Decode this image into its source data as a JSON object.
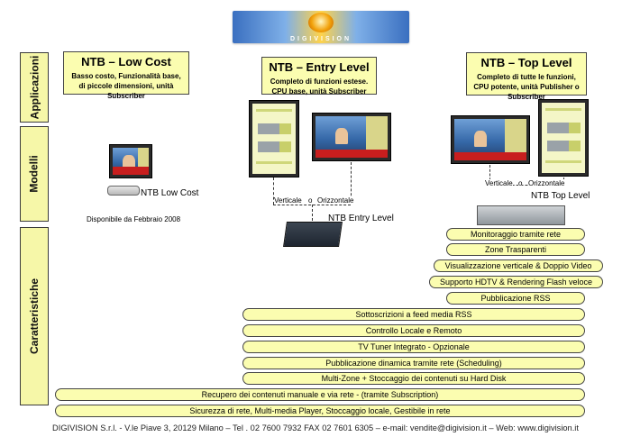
{
  "logo": {
    "text": "DIGIVISION"
  },
  "side_labels": {
    "applicazioni": "Applicazioni",
    "modelli": "Modelli",
    "caratteristiche": "Caratteristiche"
  },
  "boxes": {
    "low": {
      "title": "NTB – Low Cost",
      "desc": "Basso costo, Funzionalità base, di piccole dimensioni, unità Subscriber"
    },
    "entry": {
      "title": "NTB – Entry Level",
      "desc": "Completo di funzioni estese. CPU base, unità Subscriber"
    },
    "top": {
      "title": "NTB – Top Level",
      "desc": "Completo di tutte le funzioni, CPU potente, unità Publisher o Subscriber"
    }
  },
  "models": {
    "low_label": "NTB Low Cost",
    "low_availability": "Disponibile da Febbraio 2008",
    "entry_label": "NTB Entry Level",
    "top_label": "NTB Top Level",
    "entry_orient": {
      "verticale": "Verticale",
      "o": "o",
      "orizzontale": "Orizzontale"
    },
    "top_orient": {
      "verticale": "Verticale",
      "o": "o",
      "orizzontale": "Orizzontale"
    }
  },
  "features": [
    "Monitoraggio tramite rete",
    "Zone Trasparenti",
    "Visualizzazione verticale & Doppio Video",
    "Supporto HDTV & Rendering Flash veloce",
    "Pubblicazione RSS",
    "Sottoscrizioni a feed media RSS",
    "Controllo Locale e Remoto",
    "TV Tuner Integrato - Opzionale",
    "Pubblicazione dinamica tramite rete (Scheduling)",
    "Multi-Zone + Stoccaggio dei contenuti su Hard Disk",
    "Recupero dei contenuti manuale e via rete - (tramite Subscription)",
    "Sicurezza di rete, Multi-media Player, Stoccaggio locale, Gestibile in rete"
  ],
  "footer": "DIGIVISION S.r.l.  - V.le Piave 3, 20129 Milano – Tel . 02 7600 7932 FAX 02 7601 6305 – e-mail: vendite@digivision.it – Web: www.digivision.it"
}
